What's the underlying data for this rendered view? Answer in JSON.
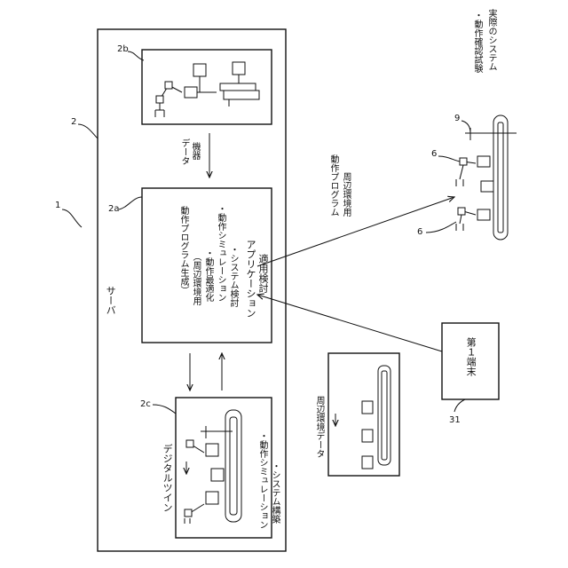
{
  "ref": {
    "system": "1",
    "server_outer": "2",
    "app_box": "2a",
    "device_box": "2b",
    "twin_box": "2c",
    "robot_a": "6",
    "robot_b": "6",
    "fixture": "9",
    "terminal": "31"
  },
  "server_label": "サーバ",
  "device_data_label": [
    "機器",
    "データ"
  ],
  "app_lines": [
    "適用検討",
    "アプリケーション",
    "・システム検討",
    "・動作シミュレーション",
    "・動作最適化",
    "（周辺環境用",
    "動作プログラム生成）"
  ],
  "twin_title": "デジタルツイン",
  "twin_bullets": [
    "・システム構築",
    "・動作シミュレーション"
  ],
  "env_data_label": "周辺環境データ",
  "env_program_label": [
    "周辺環境用",
    "動作プログラム"
  ],
  "real_system_lines": [
    "実際のシステム",
    "・動作確認試験"
  ],
  "terminal_label": "第１端末"
}
